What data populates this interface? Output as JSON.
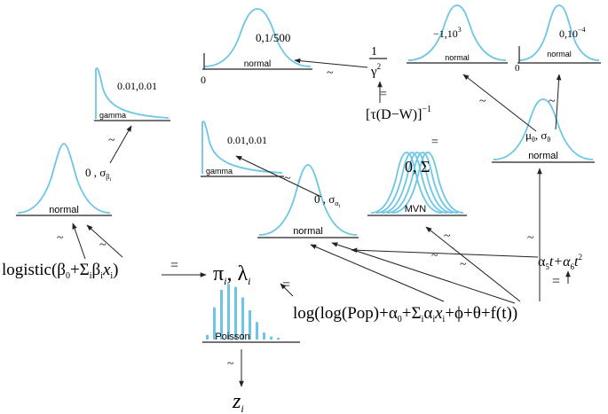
{
  "distributions": {
    "normal_gamma_prior": {
      "name": "normal",
      "params": "0,1/500",
      "zero": "0"
    },
    "normal_mu_prior": {
      "name": "normal",
      "params": "−1,10",
      "params_sup": "3"
    },
    "normal_sigma_prior": {
      "name": "normal",
      "params": "0,10",
      "params_sup": "−4",
      "zero": "0"
    },
    "gamma_beta_prior": {
      "name": "gamma",
      "params": "0.01,0.01"
    },
    "gamma_alpha_prior": {
      "name": "gamma",
      "params": "0.01,0.01"
    },
    "normal_beta": {
      "name": "normal"
    },
    "normal_alpha": {
      "name": "normal"
    },
    "mvn": {
      "name": "MVN"
    },
    "normal_theta": {
      "name": "normal"
    },
    "poisson": {
      "name": "Poisson"
    }
  },
  "labels": {
    "tilde": "~",
    "equals": "=",
    "one": "1",
    "gamma_sq": "γ",
    "gamma_sq_sup": "2",
    "tau_expr": "[τ(D−W)]",
    "tau_expr_sup": "−1",
    "zero_sigma": "0, Σ",
    "mu_sigma_theta": "μ",
    "theta_sub": "θ",
    "sigma_theta": ", σ",
    "beta_params": "0 , σ",
    "beta_sub": "β",
    "beta_sub_i": "i",
    "alpha_params": "0 , σ",
    "alpha_sub": "α",
    "alpha_sub_i": "i",
    "logistic": "logistic(β",
    "logistic_rest": "+Σ",
    "logistic_tail": "β",
    "logistic_x": "x",
    "pi_lambda": "π",
    "pi_lambda_rest": ", λ",
    "sub_i": "i",
    "log_expr": "log(log(Pop)+α",
    "log_rest": "+Σ",
    "log_tail": "α",
    "log_end": "x",
    "log_end2": "+ϕ+θ+f(t))",
    "time_expr": "α",
    "time_rest": "t+α",
    "time_tail": "t",
    "time_sup": "2",
    "time_sub5": "5",
    "time_sub6": "6",
    "z": "z",
    "z_sub": "i",
    "zero_sub": "0"
  },
  "poisson_bars": [
    0.08,
    0.55,
    0.85,
    0.95,
    0.9,
    0.72,
    0.5,
    0.3,
    0.12,
    0.05,
    0.02
  ],
  "colors": {
    "curve": "#6ec6e6",
    "ink": "#222222"
  }
}
